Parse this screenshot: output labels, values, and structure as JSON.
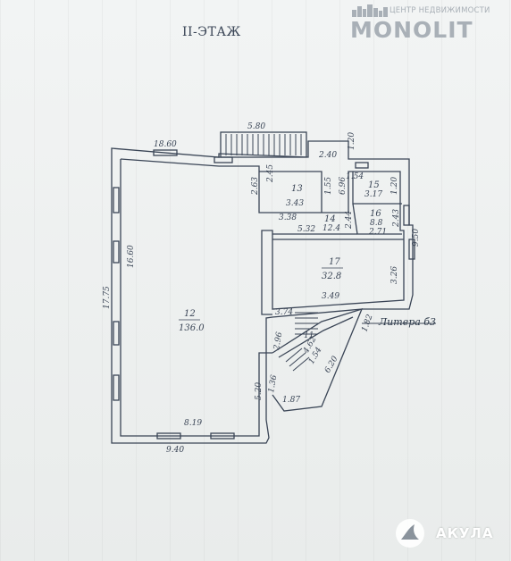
{
  "document": {
    "floor_title": "II-ЭТАЖ",
    "litera_label": "Литера б3"
  },
  "watermarks": {
    "monolit": {
      "tagline": "ЦЕНТР НЕДВИЖИМОСТИ",
      "name": "MONOLIT",
      "icon": "city-skyline-icon",
      "color": "#a9b0b7"
    },
    "akula": {
      "name": "АКУЛА",
      "icon": "shark-fin-icon"
    }
  },
  "rooms": [
    {
      "no": "12",
      "area": "136.0"
    },
    {
      "no": "13",
      "area": "3.43"
    },
    {
      "no": "14",
      "area": "12.4"
    },
    {
      "no": "15",
      "area": "3.17"
    },
    {
      "no": "16",
      "area": "8.8"
    },
    {
      "no": "17",
      "area": "32.8"
    }
  ],
  "dimensions": {
    "top_left_wall": "18.60",
    "stair_top": "5.80",
    "top_segment": "2.40",
    "right_top_small": "1.20",
    "r13_width_top": "2.45",
    "r13_width_bottom": "3.38",
    "r13_height": "2.63",
    "r14_height": "2.44",
    "r14_left": "5.32",
    "r15_width": "1.54",
    "r15_height": "6.96",
    "r16_height": "2.43",
    "r16_width": "2.71",
    "r14_vert": "1.55",
    "right_side": "9.50",
    "r17_height": "3.26",
    "r17_width": "3.49",
    "left_outer": "17.75",
    "left_inner": "16.60",
    "stair_small_a": "3.74",
    "stair_small_b": "1.54",
    "stair_small_c": "4.62",
    "diag_a": "1.82",
    "diag_b": "6.20",
    "diag_c": "1.87",
    "diag_d": "2.96",
    "diag_e": "1.36",
    "inner_right_low": "5.20",
    "inner_bottom": "8.19",
    "outer_bottom": "9.40",
    "stair_num": "11"
  }
}
